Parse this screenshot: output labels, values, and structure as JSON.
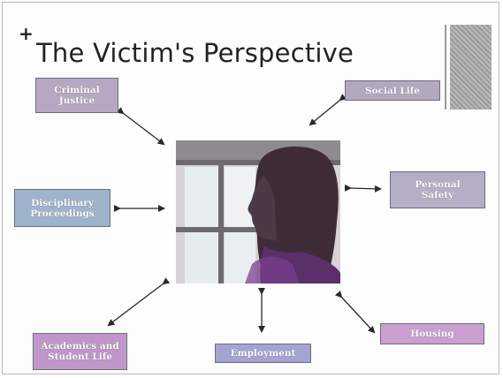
{
  "slide": {
    "title": "The Victim's Perspective",
    "plus_mark": "+"
  },
  "nodes": [
    {
      "key": "criminal_justice",
      "label": "Criminal\nJustice",
      "color": "#b8a7c2"
    },
    {
      "key": "social_life",
      "label": "Social Life",
      "color": "#b4a8be"
    },
    {
      "key": "personal_safety",
      "label": "Personal\nSafety",
      "color": "#b4aec7"
    },
    {
      "key": "disciplinary_proceedings",
      "label": "Disciplinary\nProceedings",
      "color": "#9fb3cd"
    },
    {
      "key": "housing",
      "label": "Housing",
      "color": "#c9a0cf"
    },
    {
      "key": "employment",
      "label": "Employment",
      "color": "#a5a3d2"
    },
    {
      "key": "academics_student_life",
      "label": "Academics and\nStudent Life",
      "color": "#c096c8"
    }
  ],
  "center_image": {
    "description_icon": "woman-profile-photo"
  },
  "colors": {
    "arrow": "#2a2a2a",
    "slide_border": "#b9b9b9"
  }
}
